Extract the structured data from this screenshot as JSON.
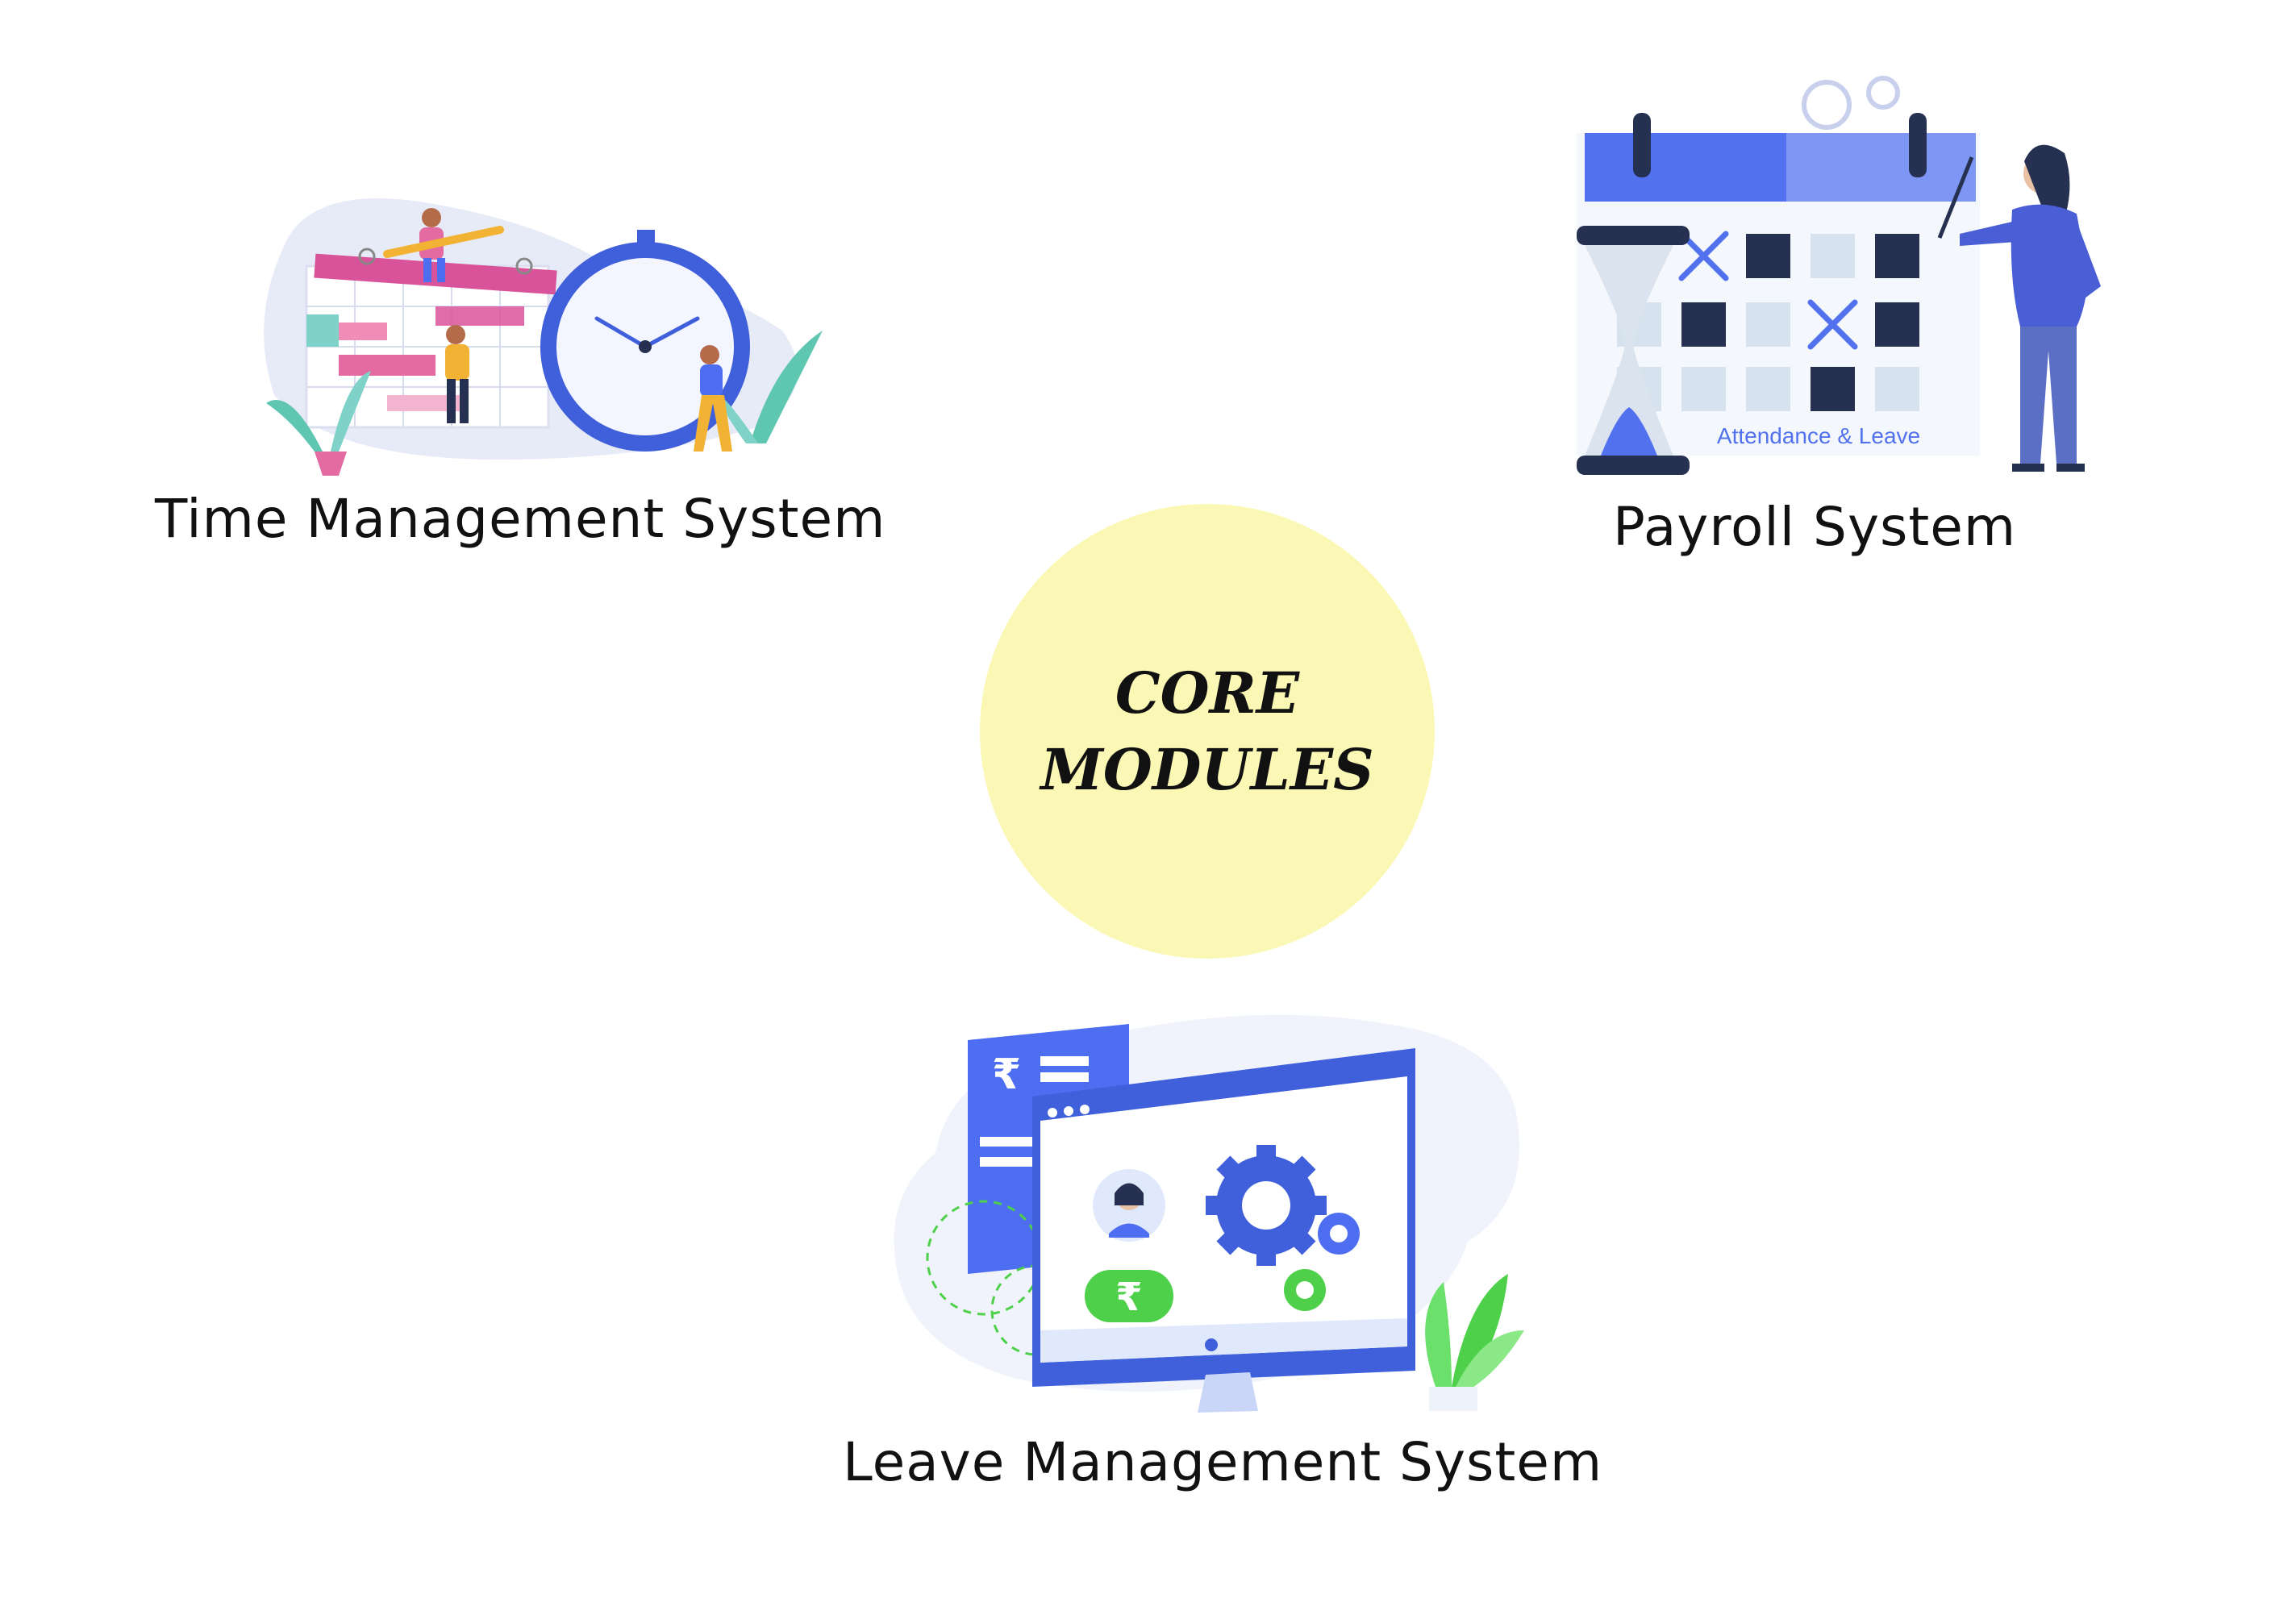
{
  "center": {
    "line1": "CORE",
    "line2": "MODULES"
  },
  "modules": {
    "time": {
      "label": "Time Management System"
    },
    "payroll": {
      "label": "Payroll System",
      "calendar_caption": "Attendance & Leave"
    },
    "leave": {
      "label": "Leave Management System",
      "currency_symbol": "₹"
    }
  },
  "colors": {
    "center_fill": "#fbf8b5",
    "primary_blue": "#4d6ef0",
    "navy": "#263152",
    "pink": "#d9539a",
    "green": "#4ed04a"
  }
}
